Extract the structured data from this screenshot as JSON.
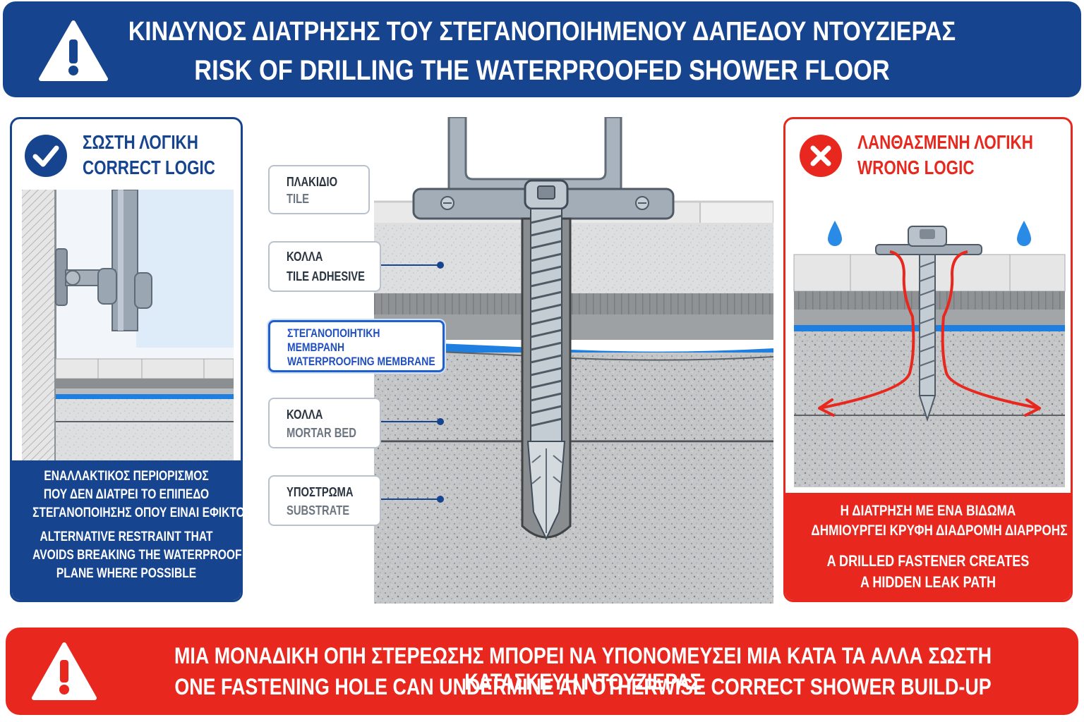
{
  "header": {
    "title_gr": "ΚΙΝΔΥΝΟΣ ΔΙΑΤΡΗΣΗΣ ΤΟΥ ΣΤΕΓΑΝΟΠΟΙΗΜΕΝΟΥ ΔΑΠΕΔΟΥ ΝΤΟΥΖΙΕΡΑΣ",
    "title_en": "RISK OF DRILLING THE WATERPROOFED SHOWER FLOOR",
    "icon": "warning-triangle-icon"
  },
  "correct_panel": {
    "title_gr": "ΣΩΣΤΗ ΛΟΓΙΚΗ",
    "title_en": "CORRECT LOGIC",
    "caption_gr_1": "ΕΝΑΛΛΑΚΤΙΚΟΣ ΠΕΡΙΟΡΙΣΜΟΣ",
    "caption_gr_2": "ΠΟΥ ΔΕΝ ΔΙΑΤΡΕΙ ΤΟ ΕΠΙΠΕΔΟ",
    "caption_gr_3": "ΣΤΕΓΑΝΟΠΟΙΗΣΗΣ ΟΠΟΥ ΕΙΝΑΙ ΕΦΙΚΤΟ",
    "caption_en_1": "ALTERNATIVE RESTRAINT THAT",
    "caption_en_2": "AVOIDS BREAKING THE WATERPROOF",
    "caption_en_3": "PLANE WHERE POSSIBLE",
    "icon": "checkmark-icon"
  },
  "wrong_panel": {
    "title_gr": "ΛΑΝΘΑΣΜΕΝΗ ΛΟΓΙΚΗ",
    "title_en": "WRONG LOGIC",
    "caption_gr_1": "Η ΔΙΑΤΡΗΣΗ ΜΕ ΕΝΑ ΒΙΔΩΜΑ",
    "caption_gr_2": "ΔΗΜΙΟΥΡΓΕΙ ΚΡΥΦΗ ΔΙΑΔΡΟΜΗ ΔΙΑΡΡΟΗΣ",
    "caption_en_1": "A DRILLED FASTENER CREATES",
    "caption_en_2": "A HIDDEN LEAK PATH",
    "icon": "cross-icon"
  },
  "layers": [
    {
      "gr": "ΠΛΑΚΙΔΙΟ",
      "en": "TILE"
    },
    {
      "gr": "ΚΟΛΛΑ",
      "en": "TILE ADHESIVE"
    },
    {
      "gr": "ΣΤΕΓΑΝΟΠΟΙΗΤΙΚΗ",
      "gr2": "ΜΕΜΒΡΑΝΗ",
      "en": "WATERPROOFING MEMBRANE"
    },
    {
      "gr": "ΚΟΛΛΑ",
      "en": "MORTAR BED"
    },
    {
      "gr": "ΥΠΟΣΤΡΩΜΑ",
      "en": "SUBSTRATE"
    }
  ],
  "footer": {
    "text_gr": "ΜΙΑ ΜΟΝΑΔΙΚΗ ΟΠΗ ΣΤΕΡΕΩΣΗΣ ΜΠΟΡΕΙ ΝΑ ΥΠΟΝΟΜΕΥΣΕΙ ΜΙΑ ΚΑΤΑ ΤΑ ΑΛΛΑ ΣΩΣΤΗ ΚΑΤΑΣΚΕΥΗ ΝΤΟΥΖΙΕΡΑΣ",
    "text_en": "ONE FASTENING HOLE CAN UNDERMINE AN OTHERWISE CORRECT SHOWER BUILD-UP",
    "icon": "warning-triangle-icon"
  },
  "colors": {
    "navy": "#17448f",
    "red": "#e8281e",
    "membrane_blue": "#1f7fe0",
    "concrete": "#c9cbcc"
  }
}
